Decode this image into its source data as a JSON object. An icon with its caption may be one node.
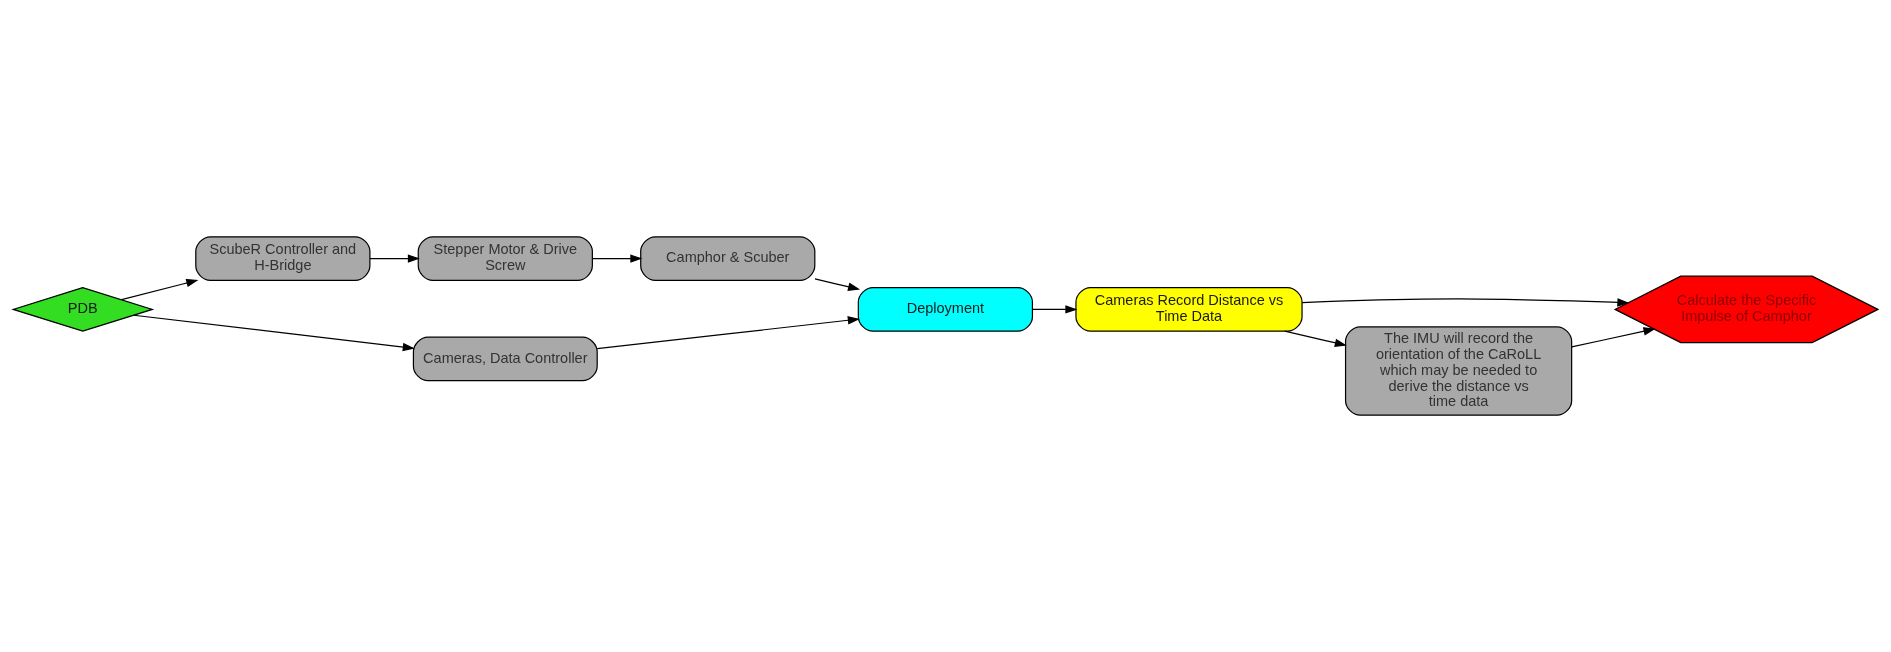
{
  "diagram": {
    "nodes": [
      {
        "text": [
          "PDB"
        ]
      },
      {
        "text": [
          "ScubeR Controller and H-Bridge"
        ]
      },
      {
        "text": [
          "Stepper Motor & Drive Screw"
        ]
      },
      {
        "text": [
          "Camphor & Scuber"
        ]
      },
      {
        "text": [
          "Cameras, Data Controller"
        ]
      },
      {
        "text": [
          "Deployment"
        ]
      },
      {
        "text": [
          "Cameras Record Distance vs Time Data"
        ]
      },
      {
        "text": [
          "Calculate the Specific Impulse of Camphor"
        ]
      },
      {
        "text": [
          "The IMU will record the orientation of the CaRoLL which may be needed to derive the distance vs time data"
        ]
      }
    ],
    "edges": [
      {
        "from": 0,
        "to": 1,
        "arrow": "to"
      },
      {
        "from": 1,
        "to": 2,
        "arrow": "to"
      },
      {
        "from": 2,
        "to": 3,
        "arrow": "to"
      },
      {
        "from": 3,
        "to": 5,
        "arrow": "to"
      },
      {
        "from": 0,
        "to": 4,
        "arrow": "to"
      },
      {
        "from": 4,
        "to": 5,
        "arrow": "to"
      },
      {
        "from": 5,
        "to": 6,
        "arrow": "to"
      },
      {
        "from": 6,
        "to": 7,
        "arrow": "to"
      },
      {
        "from": 6,
        "to": 8,
        "arrow": "to"
      },
      {
        "from": 8,
        "to": 7,
        "arrow": "to"
      }
    ]
  }
}
